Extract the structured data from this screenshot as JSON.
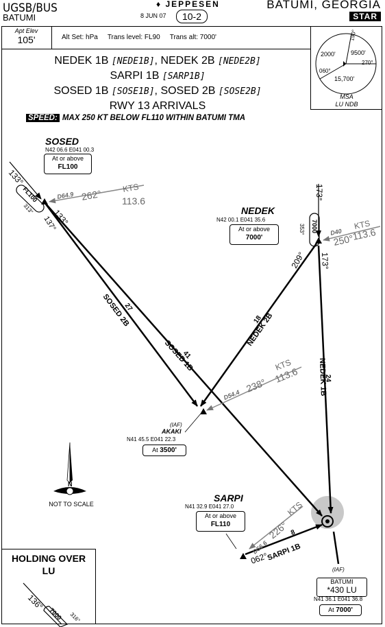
{
  "header": {
    "icao_iata": "UGSB/BUS",
    "airport": "BATUMI",
    "date": "8 JUN 07",
    "brand": "JEPPESEN",
    "page": "10-2",
    "location": "BATUMI, GEORGIA",
    "chart_type": "STAR"
  },
  "info": {
    "apt_elev_label": "Apt Elev",
    "apt_elev": "105'",
    "alt_set": "Alt Set: hPa",
    "trans_level": "Trans level: FL90",
    "trans_alt": "Trans alt: 7000'"
  },
  "msa": {
    "sectors": [
      "190°",
      "9500'",
      "2000'",
      "060°",
      "270°",
      "15,700'"
    ],
    "label": "MSA",
    "sub": "LU NDB"
  },
  "title": {
    "line1_a": "NEDEK 1B",
    "line1_a_code": "[NEDE1B]",
    "line1_b": "NEDEK 2B",
    "line1_b_code": "[NEDE2B]",
    "line2": "SARPI 1B",
    "line2_code": "[SARP1B]",
    "line3_a": "SOSED 1B",
    "line3_a_code": "[SOSE1B]",
    "line3_b": "SOSED 2B",
    "line3_b_code": "[SOSE2B]",
    "line4": "RWY 13 ARRIVALS"
  },
  "speed": {
    "label": "SPEED:",
    "text": "MAX 250 KT BELOW FL110 WITHIN BATUMI TMA"
  },
  "fixes": {
    "sosed": {
      "name": "SOSED",
      "coord": "N42 06.6 E041 00.3",
      "restr1": "At or above",
      "restr2": "FL100"
    },
    "nedek": {
      "name": "NEDEK",
      "coord": "N42 00.1 E041 35.6",
      "restr1": "At or above",
      "restr2": "7000'"
    },
    "akaki": {
      "iaf": "(IAF)",
      "name": "AKAKI",
      "coord": "N41 45.5 E041 22.3",
      "restr1": "At",
      "restr2": "3500'"
    },
    "sarpi": {
      "name": "SARPI",
      "coord": "N41 32.9 E041 27.0",
      "restr1": "At or above",
      "restr2": "FL110"
    },
    "batumi": {
      "iaf": "(IAF)",
      "name": "BATUMI",
      "ident": "*430 LU",
      "coord": "N41 36.1 E041 36.8",
      "restr1": "At",
      "restr2": "7000'"
    }
  },
  "labels": {
    "sosed_in": "133°",
    "sosed_hold": "FL100",
    "sosed_hold_out": "313°",
    "sosed_d": "D64.9",
    "sosed_brg": "262°",
    "sosed_kts": "KTS",
    "sosed_kts_val": "113.6",
    "sosed_out1": "133°",
    "sosed_out2": "137°",
    "sosed2b": "SOSED 2B",
    "sosed2b_dist": "27",
    "sosed1b": "SOSED 1B",
    "sosed1b_dist": "41",
    "nedek_in": "173°",
    "nedek_hold": "7000",
    "nedek_hold_out": "353°",
    "nedek_d": "D40",
    "nedek_brg": "250°",
    "nedek_kts": "KTS",
    "nedek_kts_val": "113.6",
    "nedek_out1": "209°",
    "nedek_out2": "173°",
    "nedek2b": "NEDEK 2B",
    "nedek2b_dist": "18",
    "nedek1b": "NEDEK 1B",
    "nedek1b_dist": "24",
    "akaki_d": "D54.4",
    "akaki_brg": "238°",
    "akaki_kts": "KTS",
    "akaki_kts_val": "113.6",
    "sarpi_d": "D56.6",
    "sarpi_brg": "226°",
    "sarpi_kts": "KTS",
    "sarpi_out": "062°",
    "sarpi1b": "SARPI 1B",
    "sarpi1b_dist": "8"
  },
  "north": {
    "text": "N",
    "scale": "NOT TO SCALE"
  },
  "holding": {
    "title1": "HOLDING OVER",
    "title2": "LU",
    "inbound": "136°",
    "alt": "7000",
    "outbound": "316°"
  }
}
